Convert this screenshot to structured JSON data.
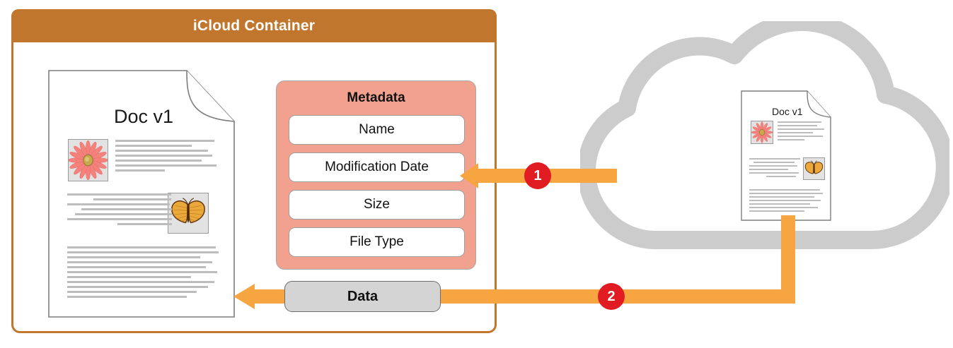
{
  "container": {
    "title": "iCloud Container",
    "header_color": "#c0762c",
    "border_color": "#c0762c"
  },
  "local_document": {
    "title": "Doc v1",
    "image_1": "flower-image",
    "image_2": "butterfly-image"
  },
  "cloud_document": {
    "title": "Doc v1",
    "image_1": "flower-image",
    "image_2": "butterfly-image"
  },
  "metadata": {
    "title": "Metadata",
    "panel_color": "#f2a18e",
    "fields": [
      {
        "label": "Name"
      },
      {
        "label": "Modification Date"
      },
      {
        "label": "Size"
      },
      {
        "label": "File Type"
      }
    ]
  },
  "data_pill": {
    "label": "Data",
    "fill_color": "#d4d4d4"
  },
  "flows": [
    {
      "badge": "1",
      "target": "metadata",
      "color": "#f7a541"
    },
    {
      "badge": "2",
      "target": "data",
      "color": "#f7a541"
    }
  ],
  "cloud": {
    "name": "cloud-shape",
    "outline_color": "#cccccc"
  }
}
